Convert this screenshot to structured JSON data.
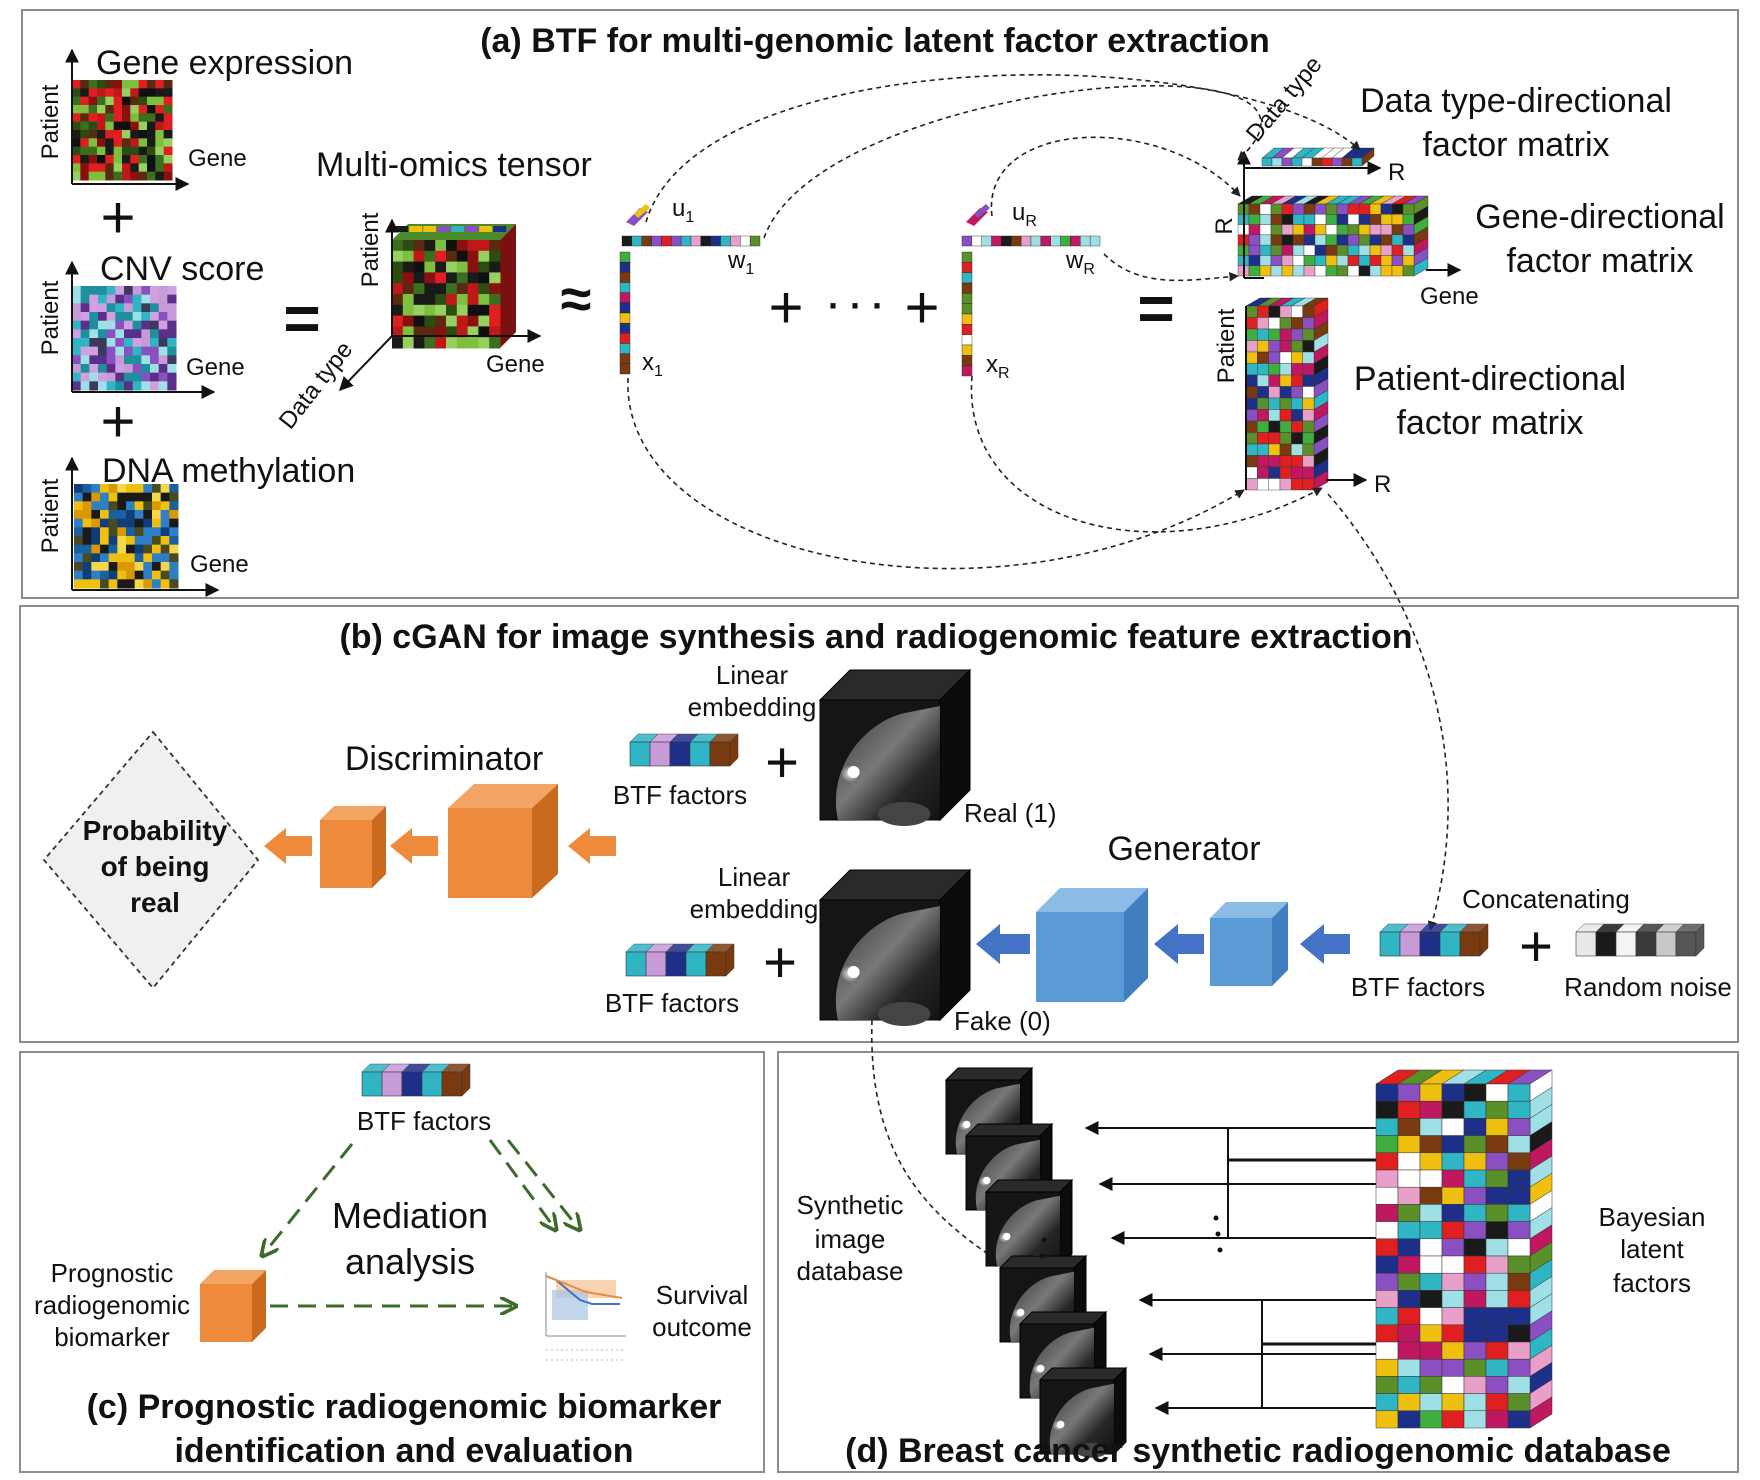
{
  "panel_a": {
    "title": "(a) BTF for multi-genomic latent factor extraction",
    "inputs": [
      {
        "name": "Gene expression",
        "x_axis": "Gene",
        "y_axis": "Patient"
      },
      {
        "name": "CNV score",
        "x_axis": "Gene",
        "y_axis": "Patient"
      },
      {
        "name": "DNA methylation",
        "x_axis": "Gene",
        "y_axis": "Patient"
      }
    ],
    "tensor": {
      "name": "Multi-omics tensor",
      "axis_patient": "Patient",
      "axis_gene": "Gene",
      "axis_datatype": "Data type"
    },
    "rank1_first": {
      "u": "u",
      "u_sub": "1",
      "w": "w",
      "w_sub": "1",
      "x": "x",
      "x_sub": "1"
    },
    "rank1_last": {
      "u": "u",
      "u_sub": "R",
      "w": "w",
      "w_sub": "R",
      "x": "x",
      "x_sub": "R"
    },
    "operators": {
      "plus": "+",
      "equals": "=",
      "approx": "≈",
      "ellipsis": "· · ·"
    },
    "factor_matrices": {
      "datatype": {
        "label_line1": "Data type-directional",
        "label_line2": "factor matrix",
        "axis": "Data type",
        "axis_r": "R"
      },
      "gene": {
        "label_line1": "Gene-directional",
        "label_line2": "factor matrix",
        "axis_r": "R",
        "axis_gene": "Gene"
      },
      "patient": {
        "label_line1": "Patient-directional",
        "label_line2": "factor matrix",
        "axis_patient": "Patient",
        "axis_r": "R"
      }
    }
  },
  "panel_b": {
    "title": "(b) cGAN for image synthesis and radiogenomic feature extraction",
    "discriminator": "Discriminator",
    "generator": "Generator",
    "probability_line1": "Probability",
    "probability_line2": "of being",
    "probability_line3": "real",
    "linear_embedding_line1": "Linear",
    "linear_embedding_line2": "embedding",
    "btf_factors": "BTF factors",
    "real": "Real (1)",
    "fake": "Fake (0)",
    "concatenating": "Concatenating",
    "random_noise": "Random noise",
    "plus": "+"
  },
  "panel_c": {
    "title_line1": "(c) Prognostic radiogenomic biomarker",
    "title_line2": "identification and evaluation",
    "btf_factors": "BTF factors",
    "mediation_line1": "Mediation",
    "mediation_line2": "analysis",
    "biomarker_line1": "Prognostic",
    "biomarker_line2": "radiogenomic",
    "biomarker_line3": "biomarker",
    "survival_line1": "Survival",
    "survival_line2": "outcome"
  },
  "panel_d": {
    "title": "(d) Breast cancer synthetic radiogenomic database",
    "synthetic_line1": "Synthetic",
    "synthetic_line2": "image",
    "synthetic_line3": "database",
    "bayesian_line1": "Bayesian",
    "bayesian_line2": "latent",
    "bayesian_line3": "factors"
  },
  "colors": {
    "orange": "#ee8a3c",
    "blue": "#5b9bd5",
    "arrow_blue": "#4472c4",
    "green_dash": "#3d6b2a",
    "border": "#8c8c8c"
  }
}
